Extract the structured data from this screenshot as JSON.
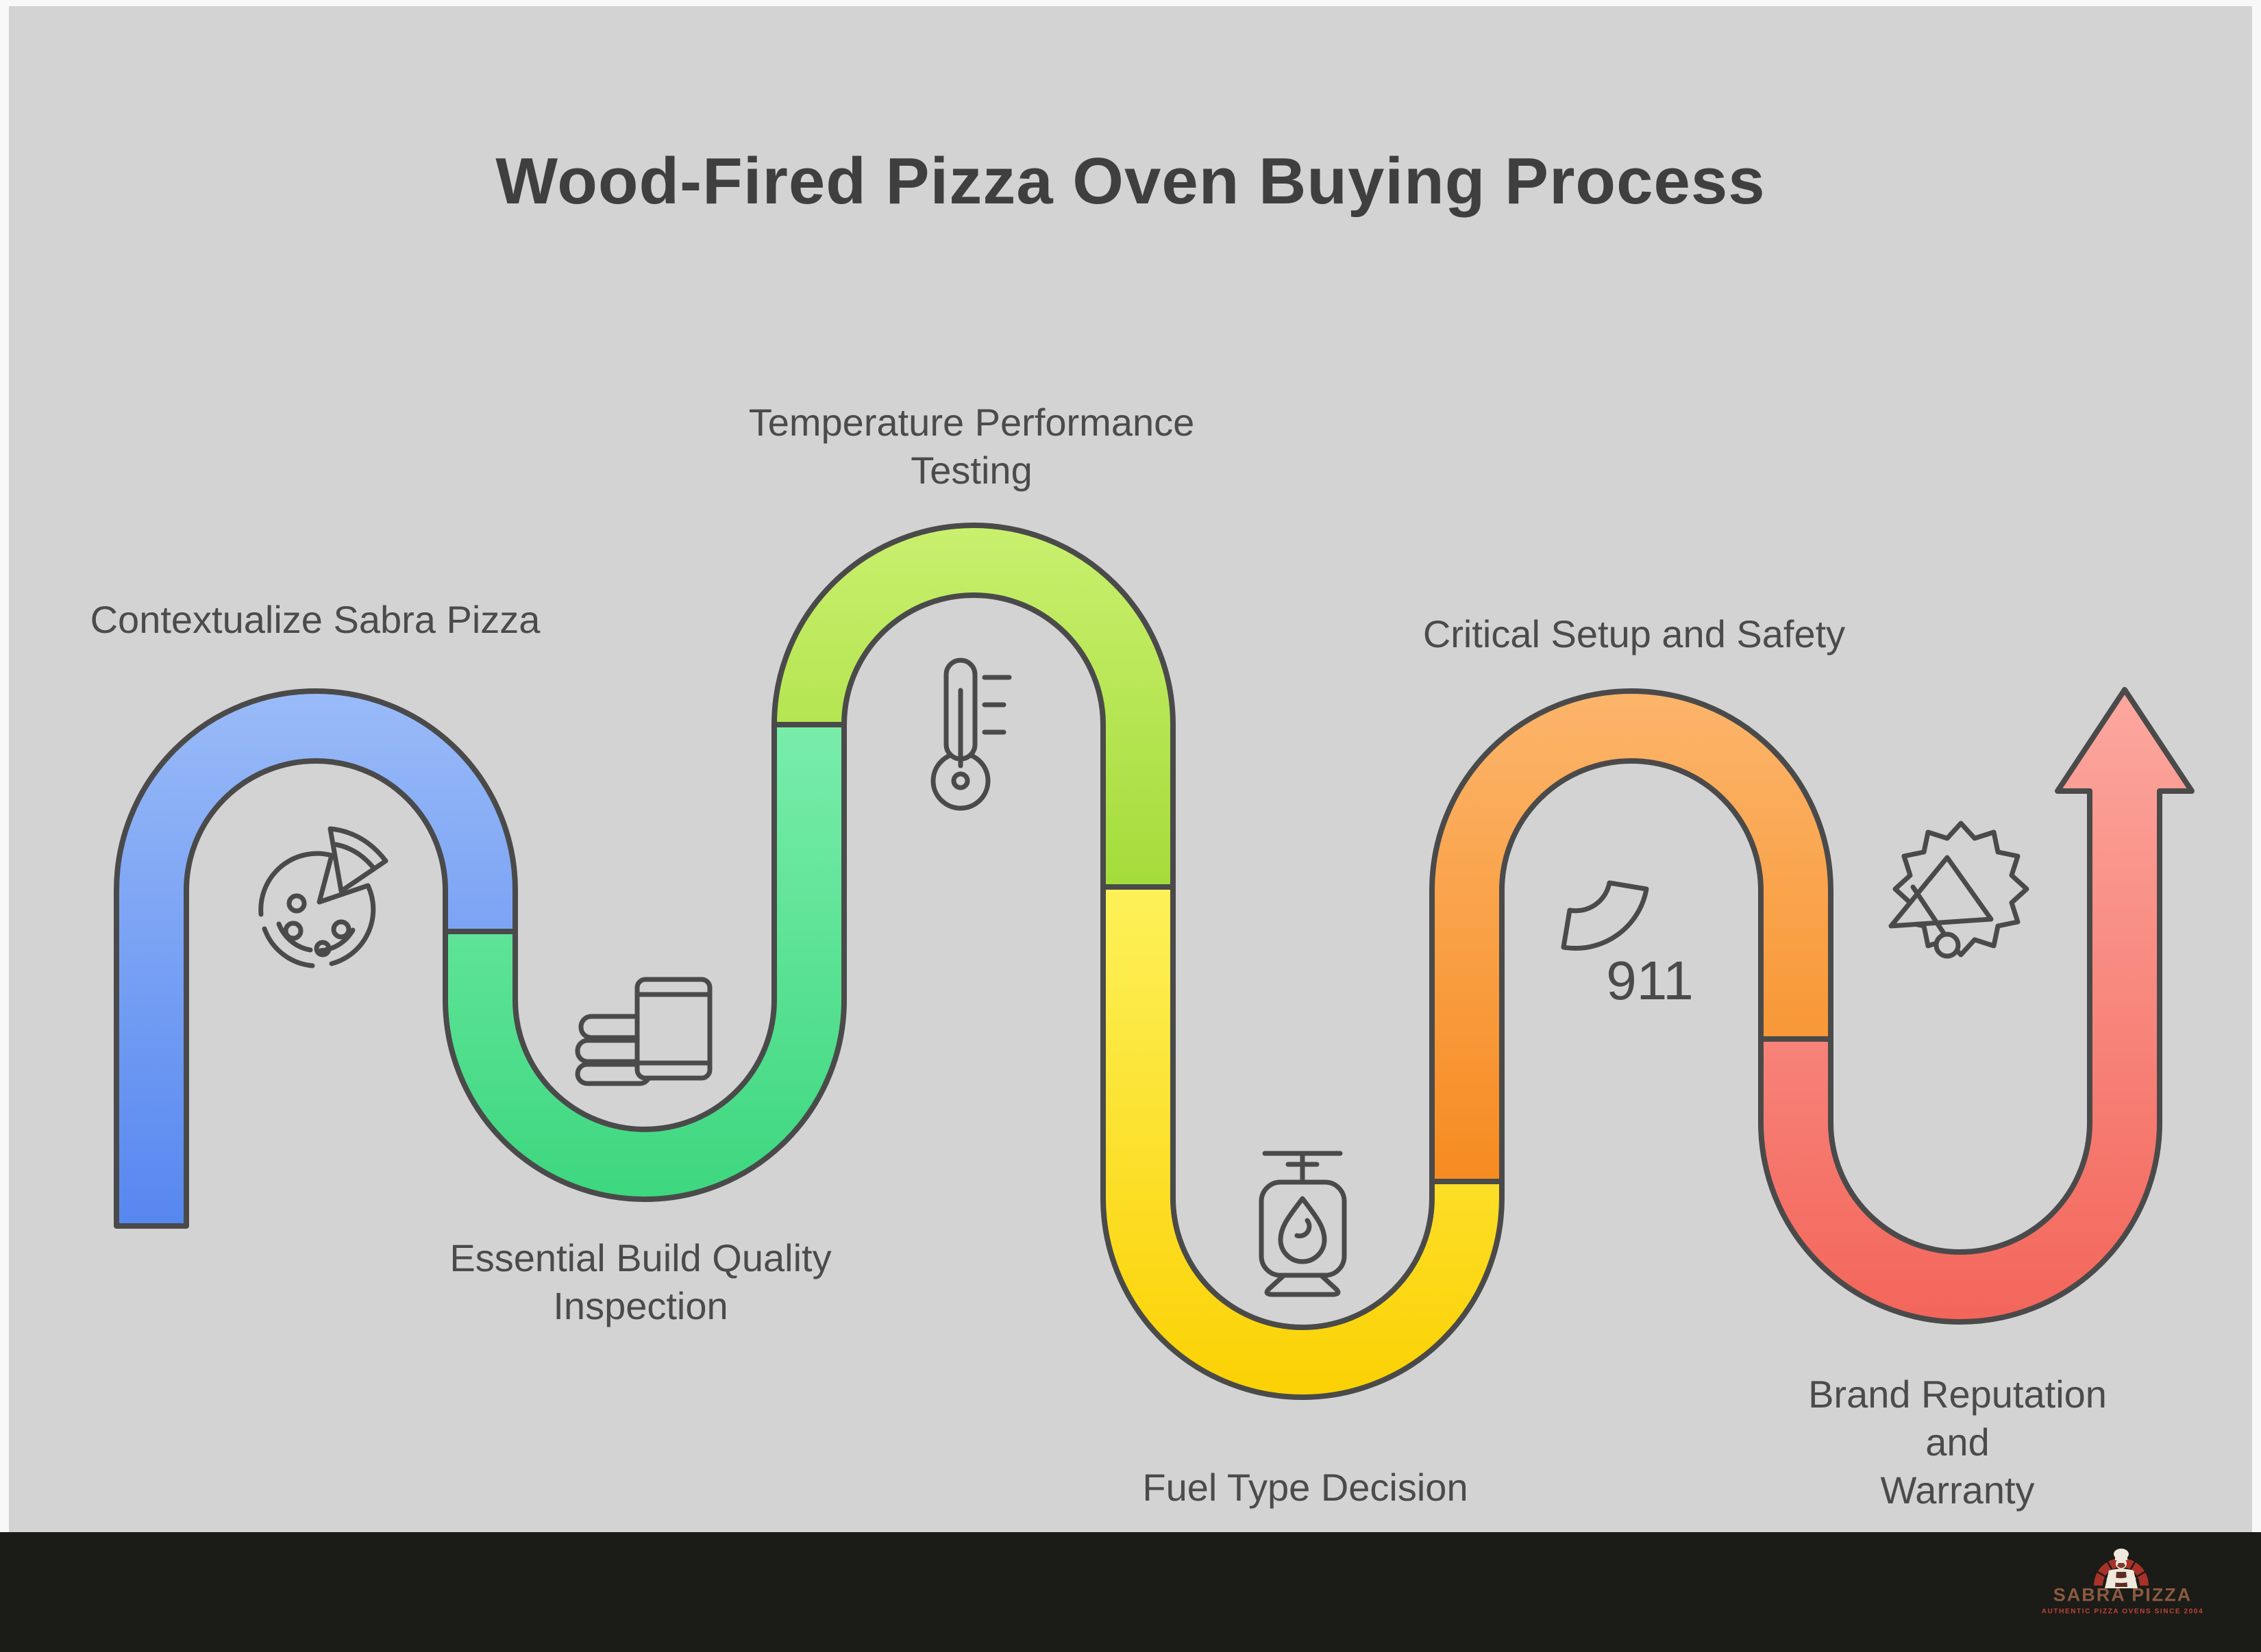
{
  "title": "Wood-Fired Pizza Oven Buying Process",
  "steps": [
    {
      "label": "Contextualize Sabra Pizza",
      "icon": "pizza-icon",
      "color_top": "#9abbf8",
      "color_bottom": "#5687f0"
    },
    {
      "label": "Essential Build Quality\nInspection",
      "icon": "materials-stack-icon",
      "color_top": "#79edaa",
      "color_bottom": "#3dd77f"
    },
    {
      "label": "Temperature Performance\nTesting",
      "icon": "thermometer-icon",
      "color_top": "#c9f06e",
      "color_bottom": "#a4dc3a"
    },
    {
      "label": "Fuel Type Decision",
      "icon": "gas-tank-icon",
      "color_top": "#fdf159",
      "color_bottom": "#fbd103"
    },
    {
      "label": "Critical Setup and Safety",
      "icon": "emergency-phone-icon",
      "color_top": "#fcb56b",
      "color_bottom": "#f68b20"
    },
    {
      "label": "Brand Reputation and\nWarranty",
      "icon": "megaphone-icon",
      "color_top": "#fca89f",
      "color_bottom": "#f3655a"
    }
  ],
  "emergency_number": "911",
  "footer": {
    "brand": "SABRA PIZZA",
    "tagline": "AUTHENTIC PIZZA OVENS SINCE 2004"
  },
  "colors": {
    "background": "#d3d3d3",
    "frame": "#f8f8f8",
    "outline": "#4a4a4a",
    "text": "#4b4b4b",
    "footer_bg": "#1b1b17",
    "logo_brand": "#8a5a41",
    "logo_tagline": "#bf4336"
  }
}
